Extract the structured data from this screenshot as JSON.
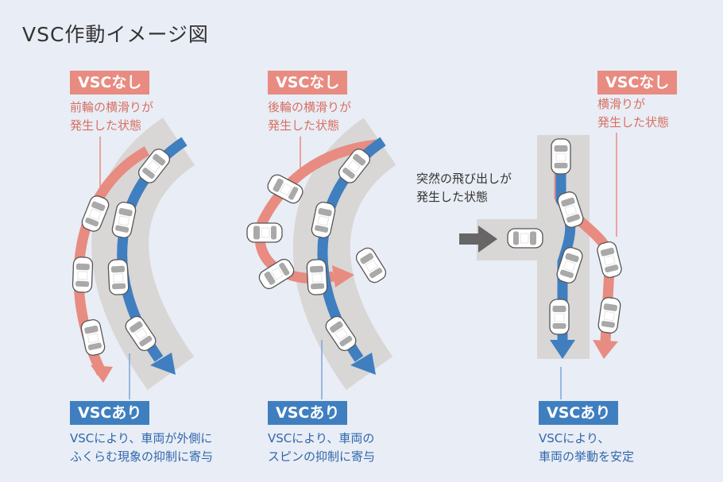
{
  "title": "VSC作動イメージ図",
  "panels": [
    {
      "without_label": "VSCなし",
      "without_desc": "前輪の横滑りが\n発生した状態",
      "with_label": "VSCあり",
      "with_desc": "VSCにより、車両が外側に\nふくらむ現象の抑制に寄与"
    },
    {
      "without_label": "VSCなし",
      "without_desc": "後輪の横滑りが\n発生した状態",
      "with_label": "VSCあり",
      "with_desc": "VSCにより、車両の\nスピンの抑制に寄与"
    },
    {
      "without_label": "VSCなし",
      "without_desc": "横滑りが\n発生した状態",
      "cause_desc": "突然の飛び出しが\n発生した状態",
      "with_label": "VSCあり",
      "with_desc": "VSCにより、\n車両の挙動を安定"
    }
  ],
  "colors": {
    "background": "#e9edf5",
    "road": "#d9d6d6",
    "without_vsc": "#e88b81",
    "with_vsc": "#3f7fc0",
    "car_body": "#ffffff",
    "car_outline": "#555555",
    "intrusion_arrow": "#666666"
  }
}
